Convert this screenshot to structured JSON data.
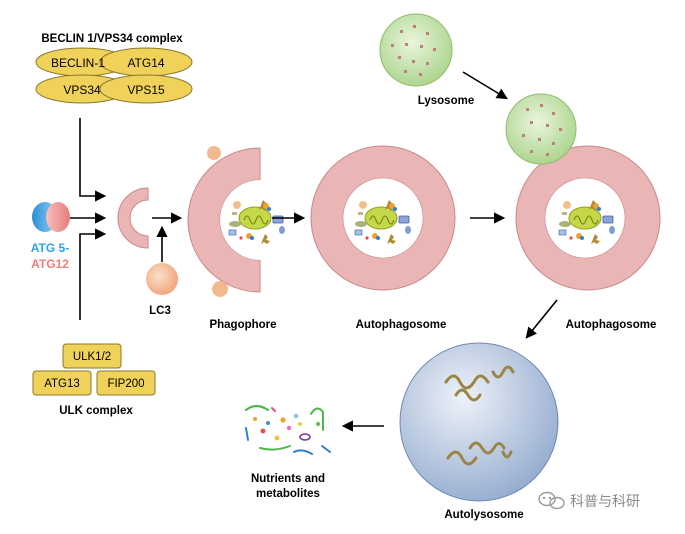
{
  "beclin_complex": {
    "title": "BECLIN 1/VPS34 complex",
    "proteins": [
      "BECLIN-1",
      "ATG14",
      "VPS34",
      "VPS15"
    ]
  },
  "atg5_atg12": {
    "line1": "ATG 5-",
    "line2": "ATG12"
  },
  "ulk_complex": {
    "title": "ULK complex",
    "proteins": [
      "ULK1/2",
      "ATG13",
      "FIP200"
    ]
  },
  "lc3": {
    "label": "LC3"
  },
  "stages": {
    "phagophore": "Phagophore",
    "autophagosome_1": "Autophagosome",
    "lysosome": "Lysosome",
    "autophagosome_2": "Autophagosome",
    "autolysosome": "Autolysosome",
    "nutrients_line1": "Nutrients and",
    "nutrients_line2": "metabolites"
  },
  "watermark": {
    "text": "科普与科研"
  },
  "colors": {
    "complex_fill": "#f0d25a",
    "membrane": "#e9b5b5",
    "lysosome": "#c8e3a7",
    "autolysosome": "#a9bfdc",
    "atg5": "#3aaee8",
    "atg12": "#f08a8a"
  }
}
